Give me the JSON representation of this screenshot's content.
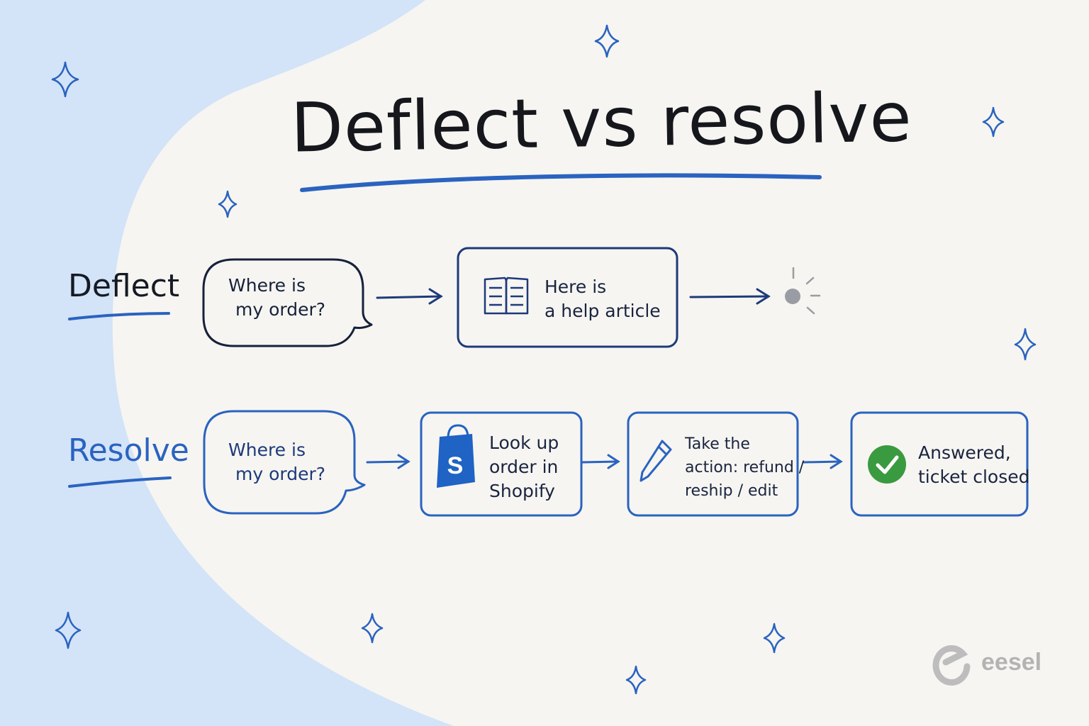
{
  "title": "Deflect vs resolve",
  "rows": {
    "deflect": {
      "label": "Deflect",
      "question": [
        "Where is",
        "my order?"
      ],
      "answer": [
        "Here is",
        "a help article"
      ]
    },
    "resolve": {
      "label": "Resolve",
      "question": [
        "Where is",
        "my order?"
      ],
      "steps": [
        [
          "Look up",
          "order in",
          "Shopify"
        ],
        [
          "Take the",
          "action: refund /",
          "reship / edit"
        ],
        [
          "Answered,",
          "ticket closed"
        ]
      ]
    }
  },
  "logo": {
    "letter": "e",
    "name": "eesel"
  },
  "colors": {
    "accent_blue": "#2a63c0",
    "navy": "#1d3a7a",
    "ink": "#15171c",
    "background": "#f6f5f1",
    "swoosh": "#d3e3f8",
    "success_green": "#3a9a3f",
    "shopify_blue": "#1f63c4",
    "muted_gray": "#9a9ca3"
  },
  "icons": [
    "sparkle-icon",
    "open-book-icon",
    "shopify-bag-icon",
    "pencil-icon",
    "check-circle-icon",
    "gray-dot-rays-icon",
    "eesel-logo-icon"
  ]
}
